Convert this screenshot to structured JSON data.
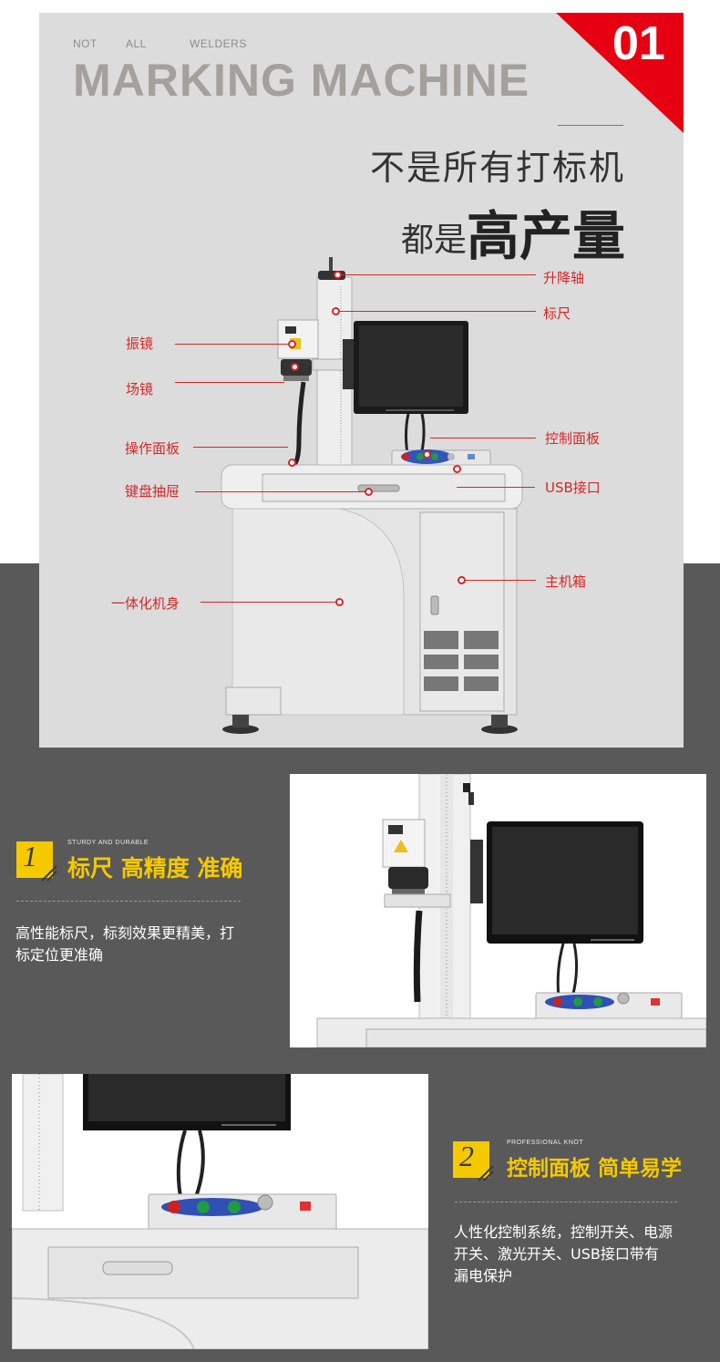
{
  "hero": {
    "small_words": [
      "NOT",
      "ALL",
      "WELDERS"
    ],
    "big_title": "MARKING MACHINE",
    "number": "01",
    "cn_line1": "不是所有打标机",
    "cn_line2_prefix": "都是",
    "cn_line2_bold": "高产量",
    "labels": {
      "lift_axis": "升降轴",
      "ruler": "标尺",
      "galvo": "振镜",
      "field_lens": "场镜",
      "control_panel": "控制面板",
      "operation_panel": "操作面板",
      "usb_port": "USB接口",
      "keyboard_drawer": "键盘抽屉",
      "main_box": "主机箱",
      "integrated_body": "一体化机身"
    }
  },
  "section1": {
    "number": "1",
    "small": "STURDY AND DURABLE",
    "title": "标尺 高精度 准确",
    "desc_line1": "高性能标尺，标刻效果更精美，打",
    "desc_line2": "标定位更准确"
  },
  "section2": {
    "number": "2",
    "small": "PROFESSIONAL KNOT",
    "title": "控制面板 简单易学",
    "desc_line1": "人性化控制系统，控制开关、电源",
    "desc_line2": "开关、激光开关、USB接口带有",
    "desc_line3": "漏电保护"
  },
  "colors": {
    "accent_yellow": "#f5c900",
    "accent_red": "#e60012",
    "label_red": "#d42828",
    "dark_bg": "#595959"
  }
}
